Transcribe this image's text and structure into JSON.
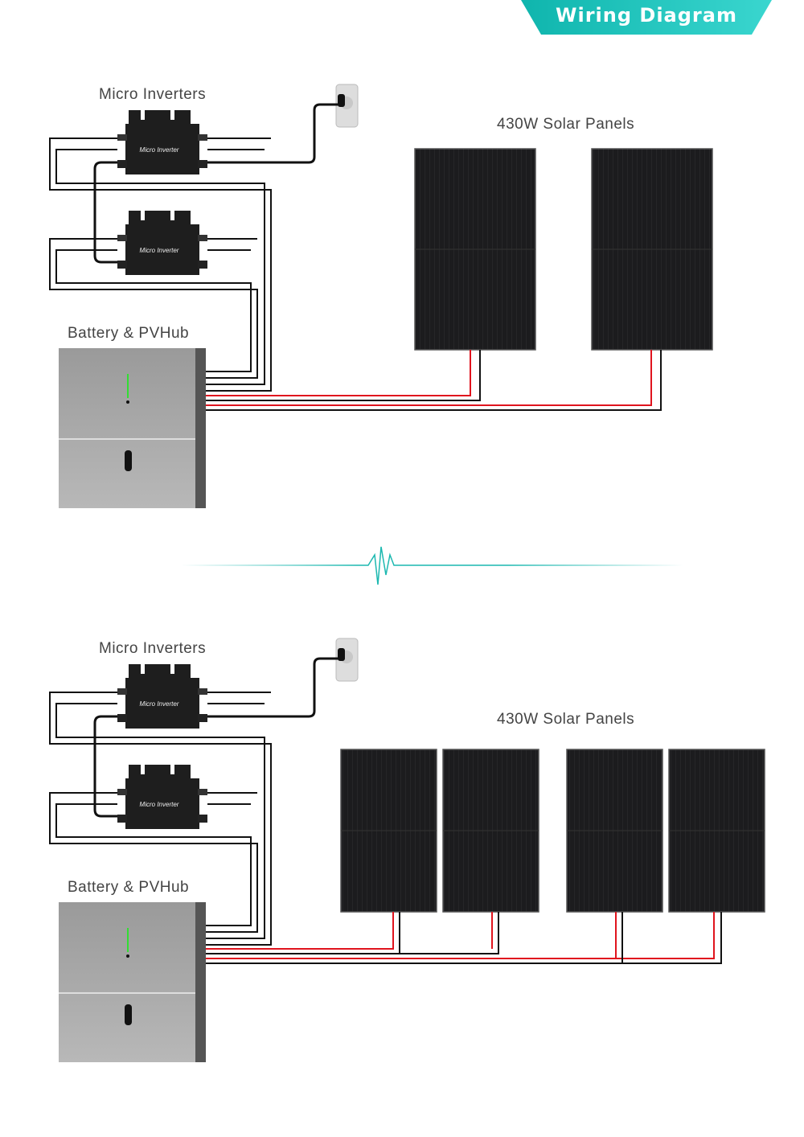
{
  "header": {
    "title": "Wiring Diagram",
    "accent_color": "#1cc3bb"
  },
  "diagrams": [
    {
      "inverters_label": "Micro Inverters",
      "panels_label": "430W Solar Panels",
      "battery_label": "Battery & PVHub",
      "inverter_text": "Micro Inverter",
      "panel_count": 2
    },
    {
      "inverters_label": "Micro Inverters",
      "panels_label": "430W Solar Panels",
      "battery_label": "Battery & PVHub",
      "inverter_text": "Micro Inverter",
      "panel_count": 4
    }
  ],
  "wire_colors": {
    "positive": "#e0141e",
    "negative": "#111111",
    "separator": "#1cb8b0"
  }
}
